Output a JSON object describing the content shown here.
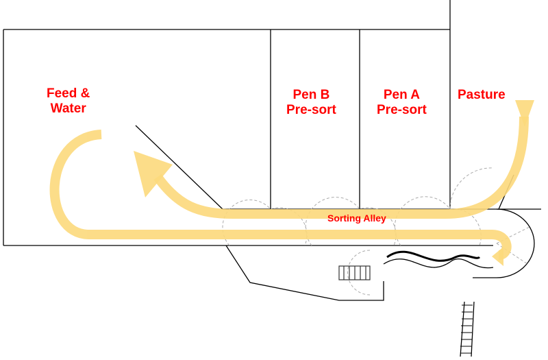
{
  "labels": {
    "feed_water": [
      "Feed &",
      "Water"
    ],
    "pen_b": [
      "Pen B",
      "Pre-sort"
    ],
    "pen_a": [
      "Pen A",
      "Pre-sort"
    ],
    "pasture": "Pasture",
    "sorting_alley": "Sorting Alley"
  },
  "colors": {
    "flow_arrow": "#FCD97C",
    "label": "#FF0000",
    "line": "#000000"
  }
}
